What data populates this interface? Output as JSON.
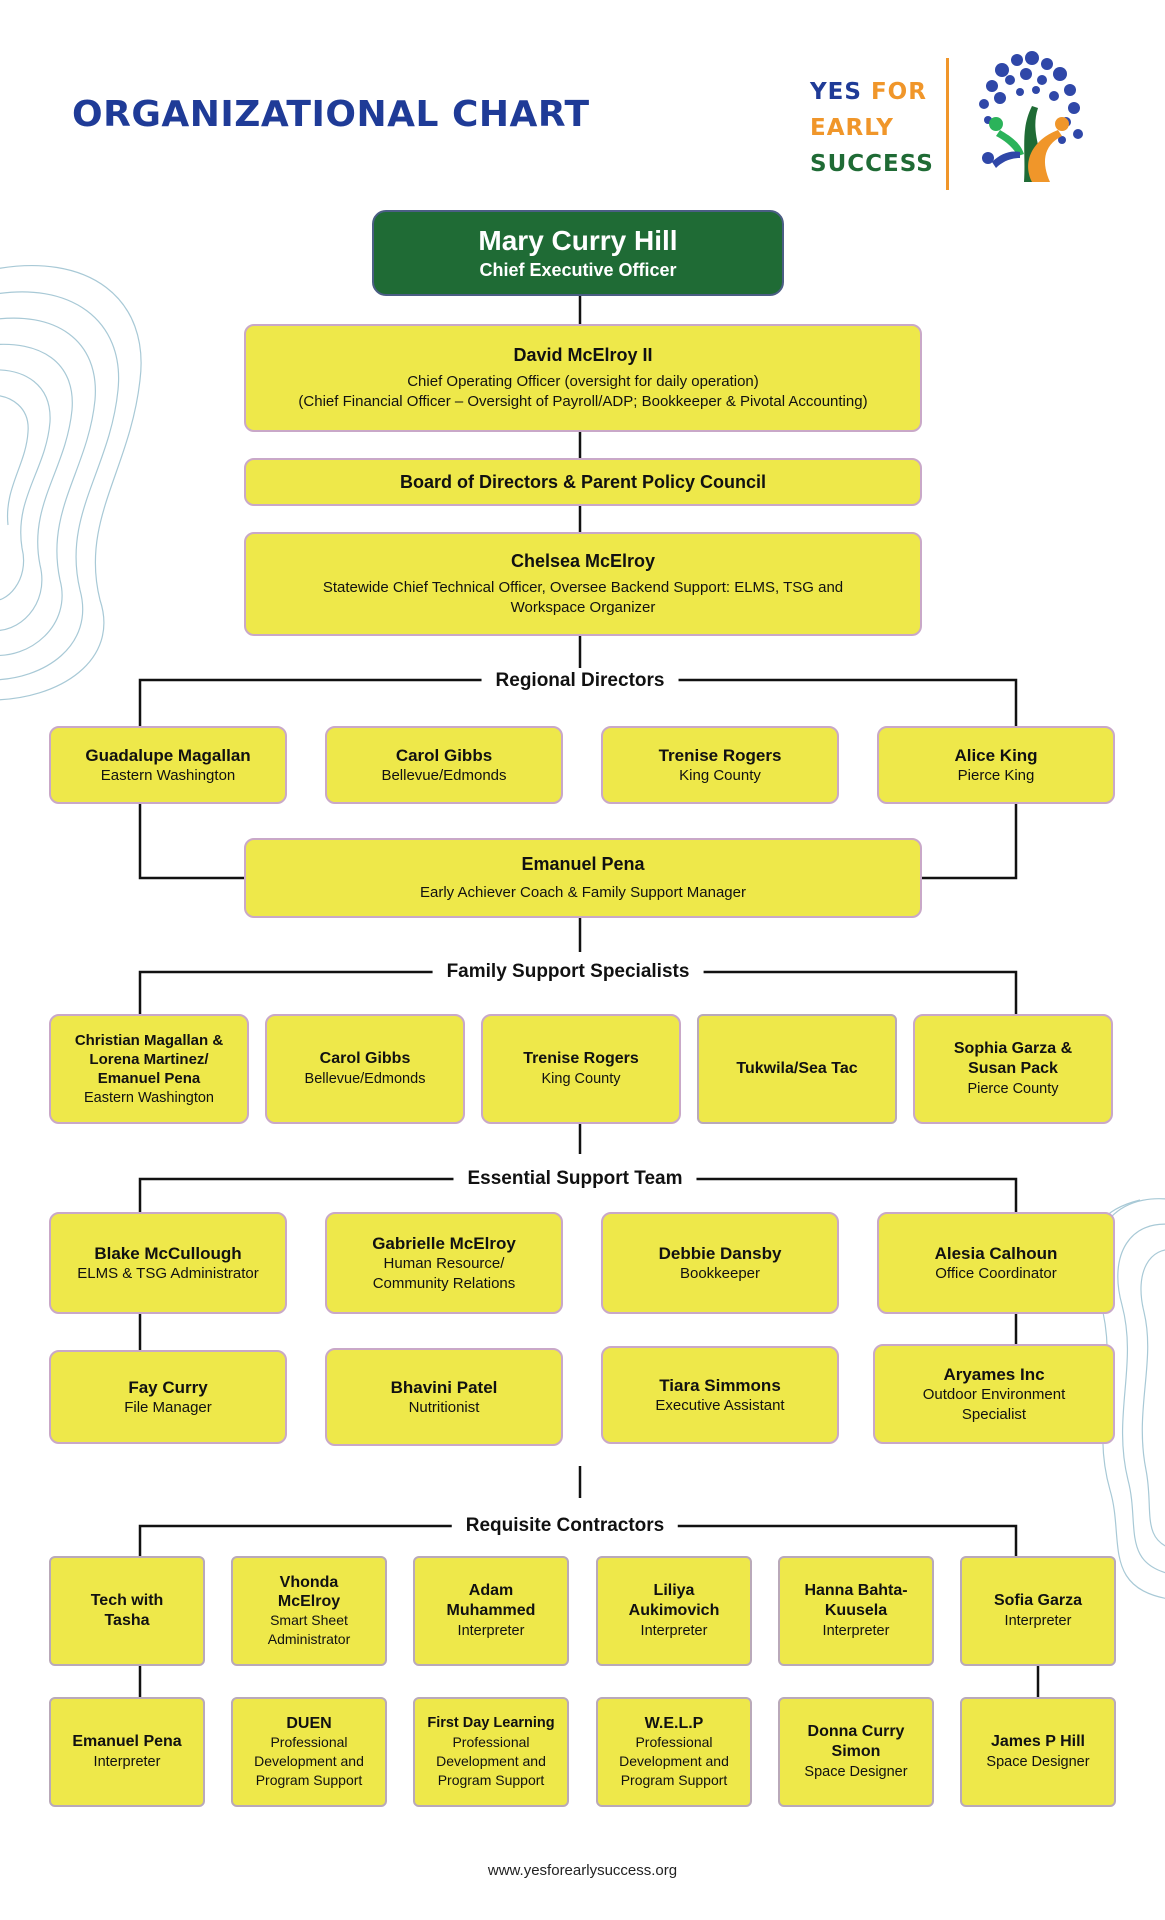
{
  "page_title": "ORGANIZATIONAL CHART",
  "logo": {
    "line1_a": "YES",
    "line1_b": "FOR",
    "line2": "EARLY",
    "line3": "SUCCESS"
  },
  "ceo": {
    "name": "Mary Curry Hill",
    "role": "Chief Executive Officer"
  },
  "coo": {
    "name": "David McElroy II",
    "role1": "Chief Operating Officer (oversight for daily operation)",
    "role2": "(Chief Financial Officer – Oversight of Payroll/ADP; Bookkeeper & Pivotal Accounting)"
  },
  "board": {
    "name": "Board of Directors & Parent Policy Council"
  },
  "cto": {
    "name": "Chelsea McElroy",
    "role1": "Statewide Chief Technical Officer, Oversee Backend Support: ELMS, TSG and",
    "role2": "Workspace Organizer"
  },
  "sections": {
    "regional": "Regional Directors",
    "family": "Family Support Specialists",
    "essential": "Essential Support  Team",
    "contractors": "Requisite Contractors"
  },
  "regional_directors": [
    {
      "name": "Guadalupe Magallan",
      "role": "Eastern Washington"
    },
    {
      "name": "Carol Gibbs",
      "role": "Bellevue/Edmonds"
    },
    {
      "name": "Trenise Rogers",
      "role": "King County"
    },
    {
      "name": "Alice King",
      "role": "Pierce King"
    }
  ],
  "coach": {
    "name": "Emanuel Pena",
    "role": "Early Achiever Coach & Family Support Manager"
  },
  "family_support": [
    {
      "name1": "Christian Magallan &",
      "name2": "Lorena Martinez/",
      "name3": "Emanuel Pena",
      "role": "Eastern Washington"
    },
    {
      "name": "Carol Gibbs",
      "role": "Bellevue/Edmonds"
    },
    {
      "name": "Trenise Rogers",
      "role": "King County"
    },
    {
      "name": "Tukwila/Sea Tac"
    },
    {
      "name1": "Sophia Garza &",
      "name2": "Susan Pack",
      "role": "Pierce County"
    }
  ],
  "essential_row1": [
    {
      "name": "Blake McCullough",
      "role": "ELMS & TSG Administrator"
    },
    {
      "name": "Gabrielle McElroy",
      "role1": "Human Resource/",
      "role2": "Community Relations"
    },
    {
      "name": "Debbie Dansby",
      "role": "Bookkeeper"
    },
    {
      "name": "Alesia Calhoun",
      "role": "Office Coordinator"
    }
  ],
  "essential_row2": [
    {
      "name": "Fay Curry",
      "role": "File Manager"
    },
    {
      "name": "Bhavini Patel",
      "role": "Nutritionist"
    },
    {
      "name": "Tiara Simmons",
      "role": "Executive Assistant"
    },
    {
      "name": "Aryames Inc",
      "role1": "Outdoor Environment",
      "role2": "Specialist"
    }
  ],
  "contractors_row1": [
    {
      "name1": "Tech with",
      "name2": "Tasha"
    },
    {
      "name1": "Vhonda",
      "name2": "McElroy",
      "role1": "Smart Sheet",
      "role2": "Administrator"
    },
    {
      "name1": "Adam",
      "name2": "Muhammed",
      "role1": "Interpreter"
    },
    {
      "name1": "Liliya",
      "name2": "Aukimovich",
      "role1": "Interpreter"
    },
    {
      "name1": "Hanna Bahta-",
      "name2": "Kuusela",
      "role1": "Interpreter"
    },
    {
      "name1": "Sofia Garza",
      "role1": "Interpreter"
    }
  ],
  "contractors_row2": [
    {
      "name1": "Emanuel Pena",
      "role1": "Interpreter"
    },
    {
      "name1": "DUEN",
      "role1": "Professional",
      "role2": "Development and",
      "role3": "Program Support"
    },
    {
      "name1": "First Day Learning",
      "role1": "Professional",
      "role2": "Development and",
      "role3": "Program Support"
    },
    {
      "name1": "W.E.L.P",
      "role1": "Professional",
      "role2": "Development and",
      "role3": "Program Support"
    },
    {
      "name1": "Donna Curry",
      "name2": "Simon",
      "role1": "Space Designer"
    },
    {
      "name1": "James P Hill",
      "role1": "Space Designer"
    }
  ],
  "footer": "www.yesforearlysuccess.org",
  "colors": {
    "title_blue": "#1f3b97",
    "ceo_green": "#1f6b35",
    "box_yellow": "#eee84a",
    "logo_orange": "#f0962a"
  }
}
